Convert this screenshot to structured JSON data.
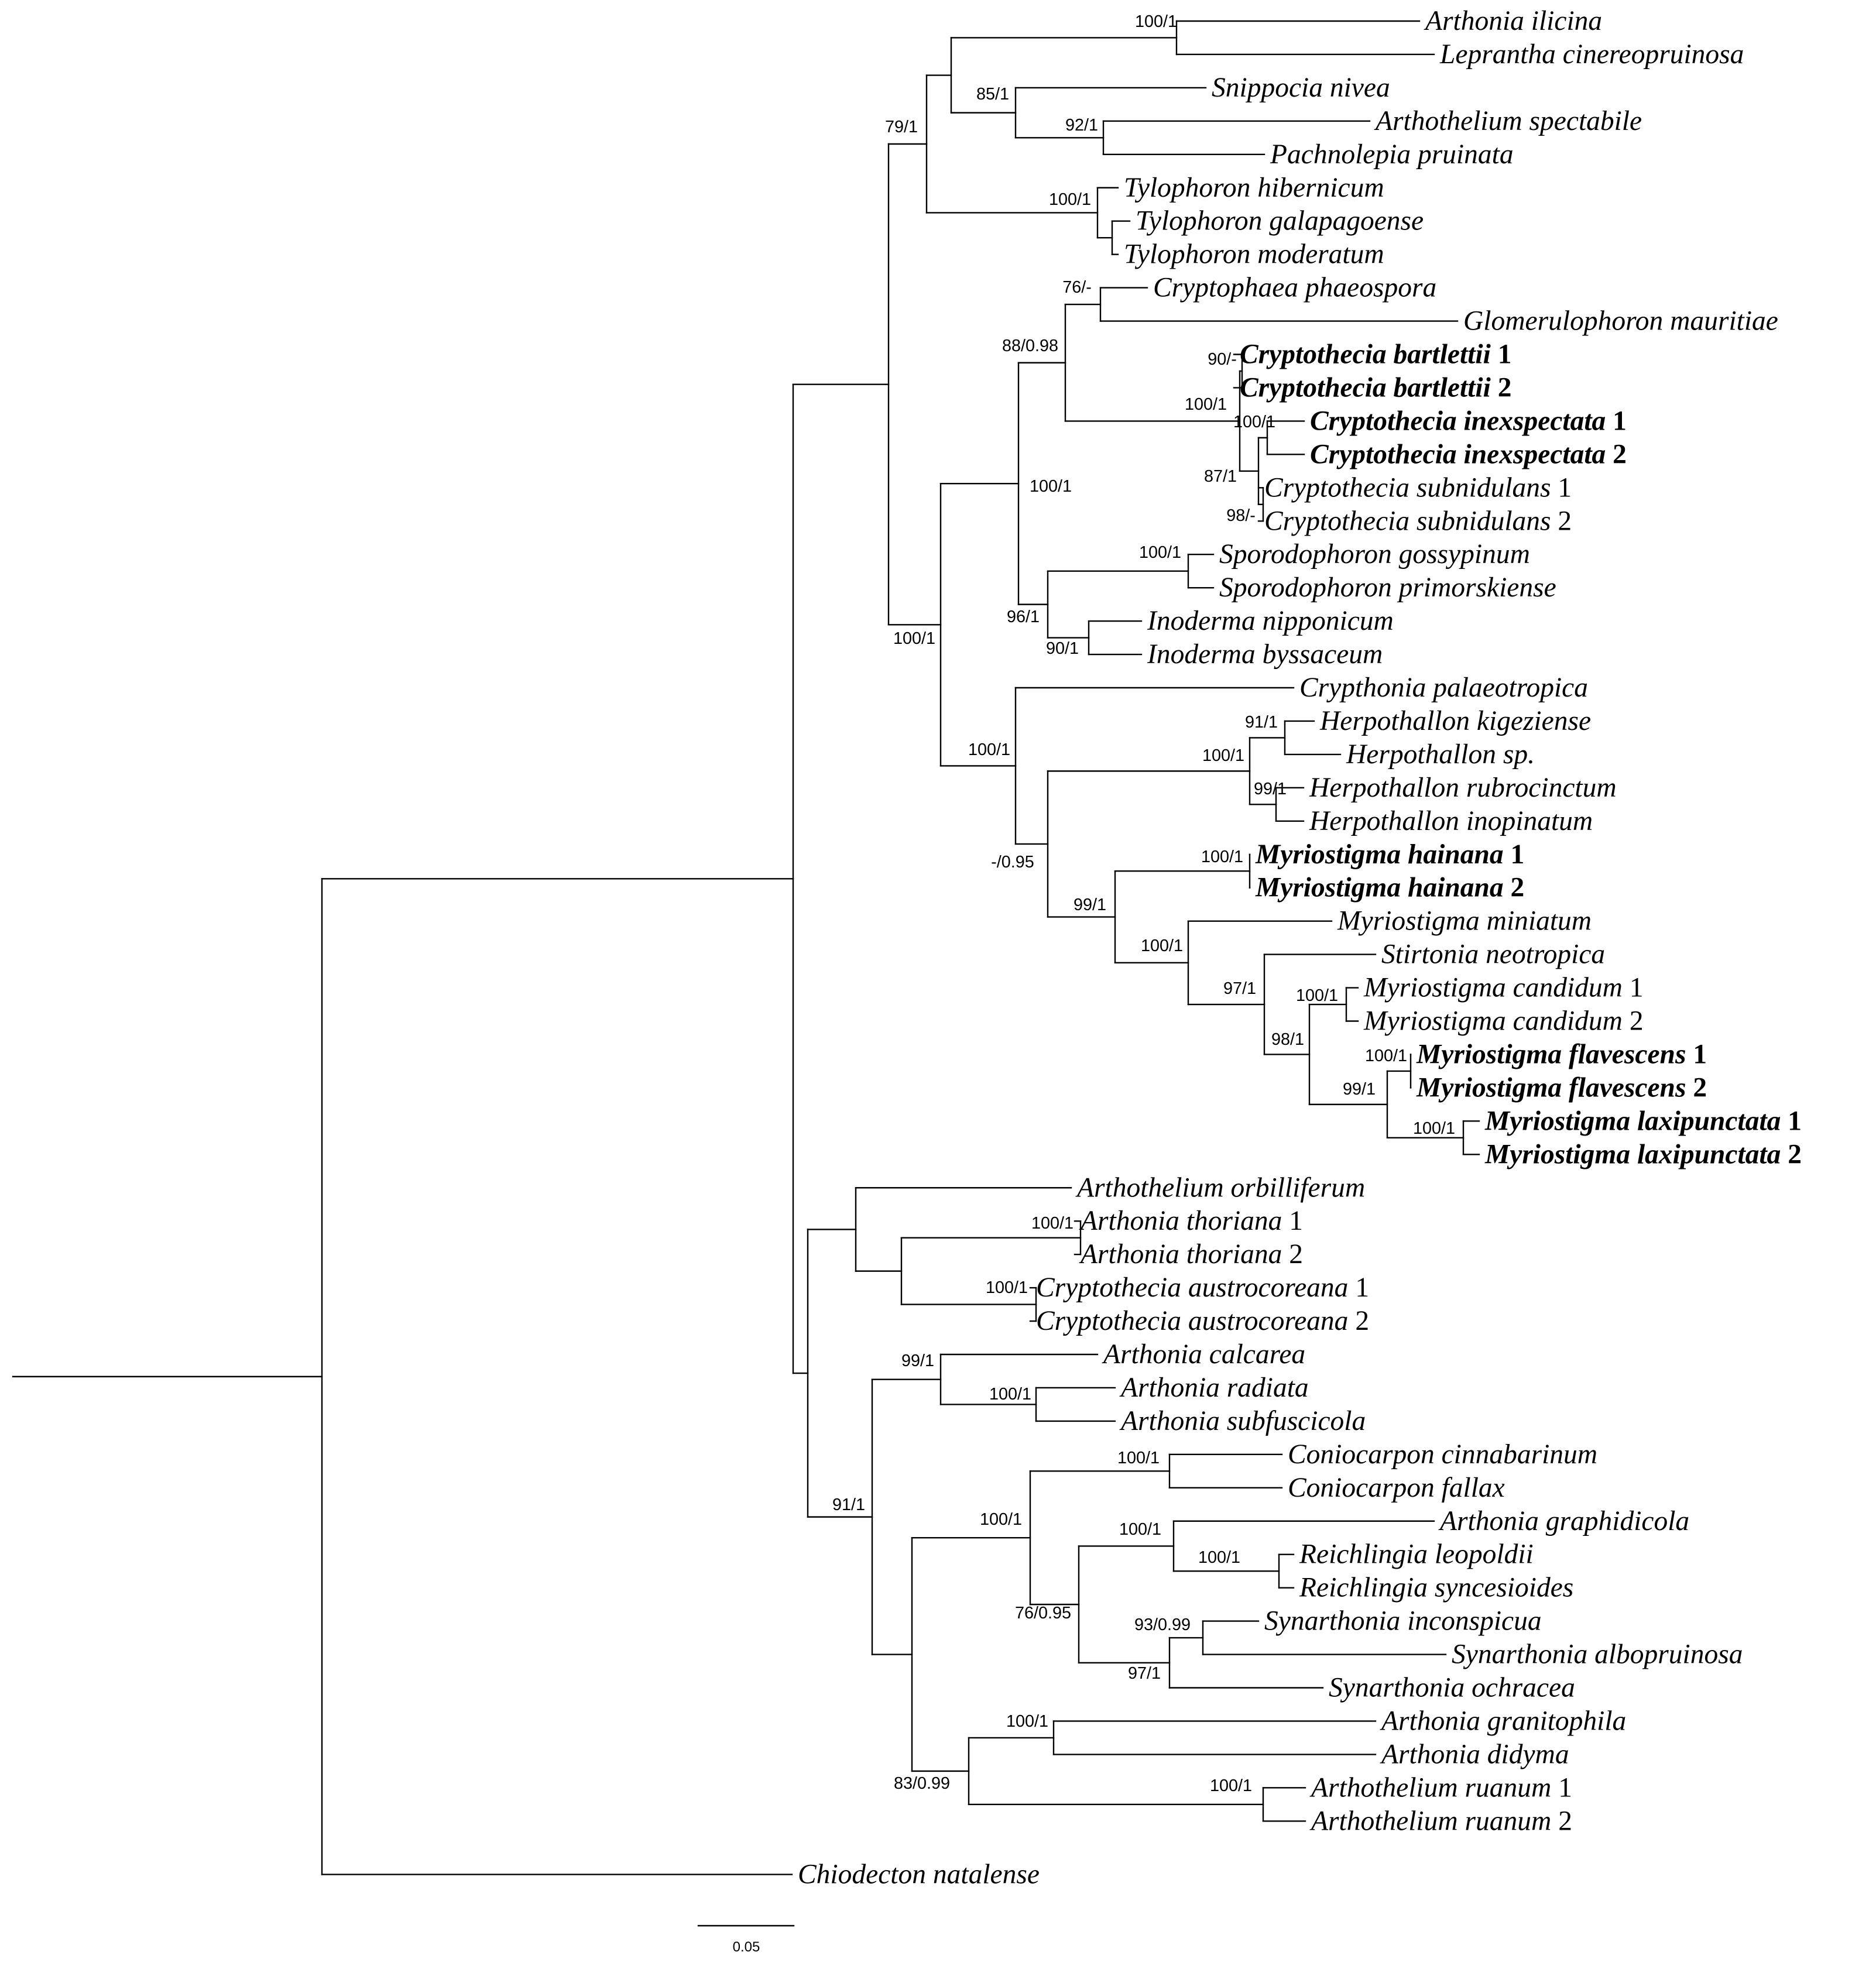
{
  "tree": {
    "taxa": [
      {
        "id": "ilicina",
        "name": "Arthonia ilicina",
        "num": "",
        "bold": false
      },
      {
        "id": "lepr",
        "name": "Leprantha cinereopruinosa",
        "num": "",
        "bold": false
      },
      {
        "id": "snip",
        "name": "Snippocia nivea",
        "num": "",
        "bold": false
      },
      {
        "id": "arspec",
        "name": "Arthothelium spectabile",
        "num": "",
        "bold": false
      },
      {
        "id": "pach",
        "name": "Pachnolepia pruinata",
        "num": "",
        "bold": false
      },
      {
        "id": "tyhib",
        "name": "Tylophoron hibernicum",
        "num": "",
        "bold": false
      },
      {
        "id": "tygal",
        "name": "Tylophoron galapagoense",
        "num": "",
        "bold": false
      },
      {
        "id": "tymod",
        "name": "Tylophoron moderatum",
        "num": "",
        "bold": false
      },
      {
        "id": "crphae",
        "name": "Cryptophaea phaeospora",
        "num": "",
        "bold": false
      },
      {
        "id": "glom",
        "name": "Glomerulophoron mauritiae",
        "num": "",
        "bold": false
      },
      {
        "id": "cbart1",
        "name": "Cryptothecia bartlettii",
        "num": "1",
        "bold": true
      },
      {
        "id": "cbart2",
        "name": "Cryptothecia bartlettii",
        "num": "2",
        "bold": true
      },
      {
        "id": "cinex1",
        "name": "Cryptothecia inexspectata",
        "num": "1",
        "bold": true
      },
      {
        "id": "cinex2",
        "name": "Cryptothecia inexspectata",
        "num": "2",
        "bold": true
      },
      {
        "id": "csub1",
        "name": "Cryptothecia subnidulans",
        "num": "1",
        "bold": false
      },
      {
        "id": "csub2",
        "name": "Cryptothecia subnidulans",
        "num": "2",
        "bold": false
      },
      {
        "id": "spgos",
        "name": "Sporodophoron gossypinum",
        "num": "",
        "bold": false
      },
      {
        "id": "sppri",
        "name": "Sporodophoron primorskiense",
        "num": "",
        "bold": false
      },
      {
        "id": "innip",
        "name": "Inoderma nipponicum",
        "num": "",
        "bold": false
      },
      {
        "id": "inbys",
        "name": "Inoderma byssaceum",
        "num": "",
        "bold": false
      },
      {
        "id": "crypal",
        "name": "Crypthonia palaeotropica",
        "num": "",
        "bold": false
      },
      {
        "id": "hkig",
        "name": "Herpothallon kigeziense",
        "num": "",
        "bold": false
      },
      {
        "id": "hsp",
        "name": "Herpothallon sp.",
        "num": "",
        "bold": false
      },
      {
        "id": "hrub",
        "name": "Herpothallon rubrocinctum",
        "num": "",
        "bold": false
      },
      {
        "id": "hino",
        "name": "Herpothallon inopinatum",
        "num": "",
        "bold": false
      },
      {
        "id": "mhai1",
        "name": "Myriostigma hainana",
        "num": "1",
        "bold": true
      },
      {
        "id": "mhai2",
        "name": "Myriostigma hainana",
        "num": "2",
        "bold": true
      },
      {
        "id": "mmin",
        "name": "Myriostigma miniatum",
        "num": "",
        "bold": false
      },
      {
        "id": "stir",
        "name": "Stirtonia neotropica",
        "num": "",
        "bold": false
      },
      {
        "id": "mcan1",
        "name": "Myriostigma candidum",
        "num": "1",
        "bold": false
      },
      {
        "id": "mcan2",
        "name": "Myriostigma candidum",
        "num": "2",
        "bold": false
      },
      {
        "id": "mfla1",
        "name": "Myriostigma flavescens",
        "num": "1",
        "bold": true
      },
      {
        "id": "mfla2",
        "name": "Myriostigma flavescens",
        "num": "2",
        "bold": true
      },
      {
        "id": "mlax1",
        "name": "Myriostigma laxipunctata",
        "num": "1",
        "bold": true
      },
      {
        "id": "mlax2",
        "name": "Myriostigma laxipunctata",
        "num": "2",
        "bold": true
      },
      {
        "id": "aorb",
        "name": "Arthothelium orbilliferum",
        "num": "",
        "bold": false
      },
      {
        "id": "ath1",
        "name": "Arthonia thoriana",
        "num": "1",
        "bold": false
      },
      {
        "id": "ath2",
        "name": "Arthonia thoriana",
        "num": "2",
        "bold": false
      },
      {
        "id": "caus1",
        "name": "Cryptothecia austrocoreana",
        "num": "1",
        "bold": false
      },
      {
        "id": "caus2",
        "name": "Cryptothecia austrocoreana",
        "num": "2",
        "bold": false
      },
      {
        "id": "acal",
        "name": "Arthonia calcarea",
        "num": "",
        "bold": false
      },
      {
        "id": "arad",
        "name": "Arthonia radiata",
        "num": "",
        "bold": false
      },
      {
        "id": "asub",
        "name": "Arthonia subfuscicola",
        "num": "",
        "bold": false
      },
      {
        "id": "ccin",
        "name": "Coniocarpon cinnabarinum",
        "num": "",
        "bold": false
      },
      {
        "id": "cfal",
        "name": "Coniocarpon fallax",
        "num": "",
        "bold": false
      },
      {
        "id": "agra",
        "name": "Arthonia graphidicola",
        "num": "",
        "bold": false
      },
      {
        "id": "rleo",
        "name": "Reichlingia leopoldii",
        "num": "",
        "bold": false
      },
      {
        "id": "rsyn",
        "name": "Reichlingia syncesioides",
        "num": "",
        "bold": false
      },
      {
        "id": "sinc",
        "name": "Synarthonia inconspicua",
        "num": "",
        "bold": false
      },
      {
        "id": "salb",
        "name": "Synarthonia albopruinosa",
        "num": "",
        "bold": false
      },
      {
        "id": "soch",
        "name": "Synarthonia ochracea",
        "num": "",
        "bold": false
      },
      {
        "id": "agrn",
        "name": "Arthonia granitophila",
        "num": "",
        "bold": false
      },
      {
        "id": "adid",
        "name": "Arthonia didyma",
        "num": "",
        "bold": false
      },
      {
        "id": "arua1",
        "name": "Arthothelium ruanum",
        "num": "1",
        "bold": false
      },
      {
        "id": "arua2",
        "name": "Arthothelium ruanum",
        "num": "2",
        "bold": false
      },
      {
        "id": "chio",
        "name": "Chiodecton natalense",
        "num": "",
        "bold": false
      }
    ],
    "support_values": [
      {
        "node": "n_ilicina",
        "label": "100/1"
      },
      {
        "node": "n_snipgroup",
        "label": "85/1"
      },
      {
        "node": "n_arspec",
        "label": "92/1"
      },
      {
        "node": "n_tylo",
        "label": "100/1"
      },
      {
        "node": "n_top",
        "label": "79/1"
      },
      {
        "node": "n_crphae",
        "label": "76/-"
      },
      {
        "node": "n_crypto_clade",
        "label": "88/0.98"
      },
      {
        "node": "n_cbart",
        "label": "90/-"
      },
      {
        "node": "n_cryptothecia",
        "label": "100/1"
      },
      {
        "node": "n_cinex",
        "label": "100/1"
      },
      {
        "node": "n_cinex_sub",
        "label": "87/1"
      },
      {
        "node": "n_csub",
        "label": "98/-"
      },
      {
        "node": "n_inner",
        "label": "100/1"
      },
      {
        "node": "n_spor",
        "label": "100/1"
      },
      {
        "node": "n_sporino",
        "label": "96/1"
      },
      {
        "node": "n_ino",
        "label": "90/1"
      },
      {
        "node": "n_big",
        "label": "100/1"
      },
      {
        "node": "n_herpmyr",
        "label": "100/1"
      },
      {
        "node": "n_hkig",
        "label": "91/1"
      },
      {
        "node": "n_herp",
        "label": "100/1"
      },
      {
        "node": "n_hrub",
        "label": "99/1"
      },
      {
        "node": "n_hm",
        "label": "-/0.95"
      },
      {
        "node": "n_mhai",
        "label": "100/1"
      },
      {
        "node": "n_myrall",
        "label": "99/1"
      },
      {
        "node": "n_myrB",
        "label": "100/1"
      },
      {
        "node": "n_stirB",
        "label": "97/1"
      },
      {
        "node": "n_mcan",
        "label": "100/1"
      },
      {
        "node": "n_canfla",
        "label": "98/1"
      },
      {
        "node": "n_mfla",
        "label": "100/1"
      },
      {
        "node": "n_flalax",
        "label": "99/1"
      },
      {
        "node": "n_mlax",
        "label": "100/1"
      },
      {
        "node": "n_ath",
        "label": "100/1"
      },
      {
        "node": "n_caus",
        "label": "100/1"
      },
      {
        "node": "n_arthonia",
        "label": "99/1"
      },
      {
        "node": "n_arad",
        "label": "100/1"
      },
      {
        "node": "n_bottom",
        "label": "91/1"
      },
      {
        "node": "n_conio",
        "label": "100/1"
      },
      {
        "node": "n_coniorest",
        "label": "100/1"
      },
      {
        "node": "n_agra",
        "label": "100/1"
      },
      {
        "node": "n_rleo",
        "label": "100/1"
      },
      {
        "node": "n_reichsyn",
        "label": "76/0.95"
      },
      {
        "node": "n_sinc",
        "label": "93/0.99"
      },
      {
        "node": "n_syn",
        "label": "97/1"
      },
      {
        "node": "n_agrn",
        "label": "100/1"
      },
      {
        "node": "n_arua",
        "label": "100/1"
      },
      {
        "node": "n_gran",
        "label": "83/0.99"
      }
    ],
    "scale_bar": {
      "label": "0.05",
      "length": 0.05
    }
  }
}
